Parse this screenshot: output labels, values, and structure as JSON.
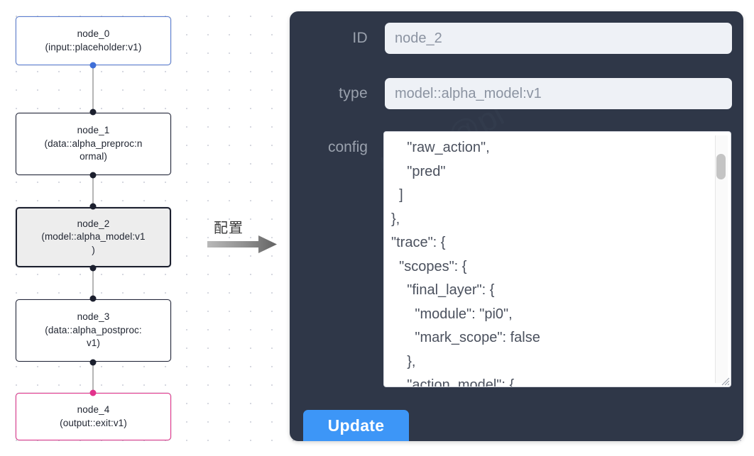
{
  "graph": {
    "nodes": [
      {
        "id": "node_0",
        "label": "node_0\n(input::placeholder:v1)",
        "kind": "input",
        "selected": false
      },
      {
        "id": "node_1",
        "label": "node_1\n(data::alpha_preproc:n\normal)",
        "kind": "default",
        "selected": false
      },
      {
        "id": "node_2",
        "label": "node_2\n(model::alpha_model:v1\n)",
        "kind": "default",
        "selected": true
      },
      {
        "id": "node_3",
        "label": "node_3\n(data::alpha_postproc:\nv1)",
        "kind": "default",
        "selected": false
      },
      {
        "id": "node_4",
        "label": "node_4\n(output::exit:v1)",
        "kind": "output",
        "selected": false
      }
    ],
    "colors": {
      "input_border": "#5b7fd4",
      "output_border": "#e2338c",
      "default_border": "#222639",
      "selected_fill": "#ededed",
      "edge": "#b5b5b5"
    }
  },
  "connector": {
    "label": "配置",
    "arrow_icon": "right-arrow-icon"
  },
  "panel": {
    "background": "#2f3748",
    "fields": [
      {
        "name": "id",
        "label": "ID",
        "value": "node_2"
      },
      {
        "name": "type",
        "label": "type",
        "value": "model::alpha_model:v1"
      }
    ],
    "config": {
      "label": "config",
      "value": "    \"raw_action\",\n    \"pred\"\n  ]\n},\n\"trace\": {\n  \"scopes\": {\n    \"final_layer\": {\n      \"module\": \"pi0\",\n      \"mark_scope\": false\n    },\n    \"action_model\": {"
    },
    "update_button": {
      "label": "Update",
      "color": "#3d96f7"
    },
    "scrollbar": {
      "name": "config-scrollbar",
      "thumb_color": "#c4c4c4"
    }
  }
}
